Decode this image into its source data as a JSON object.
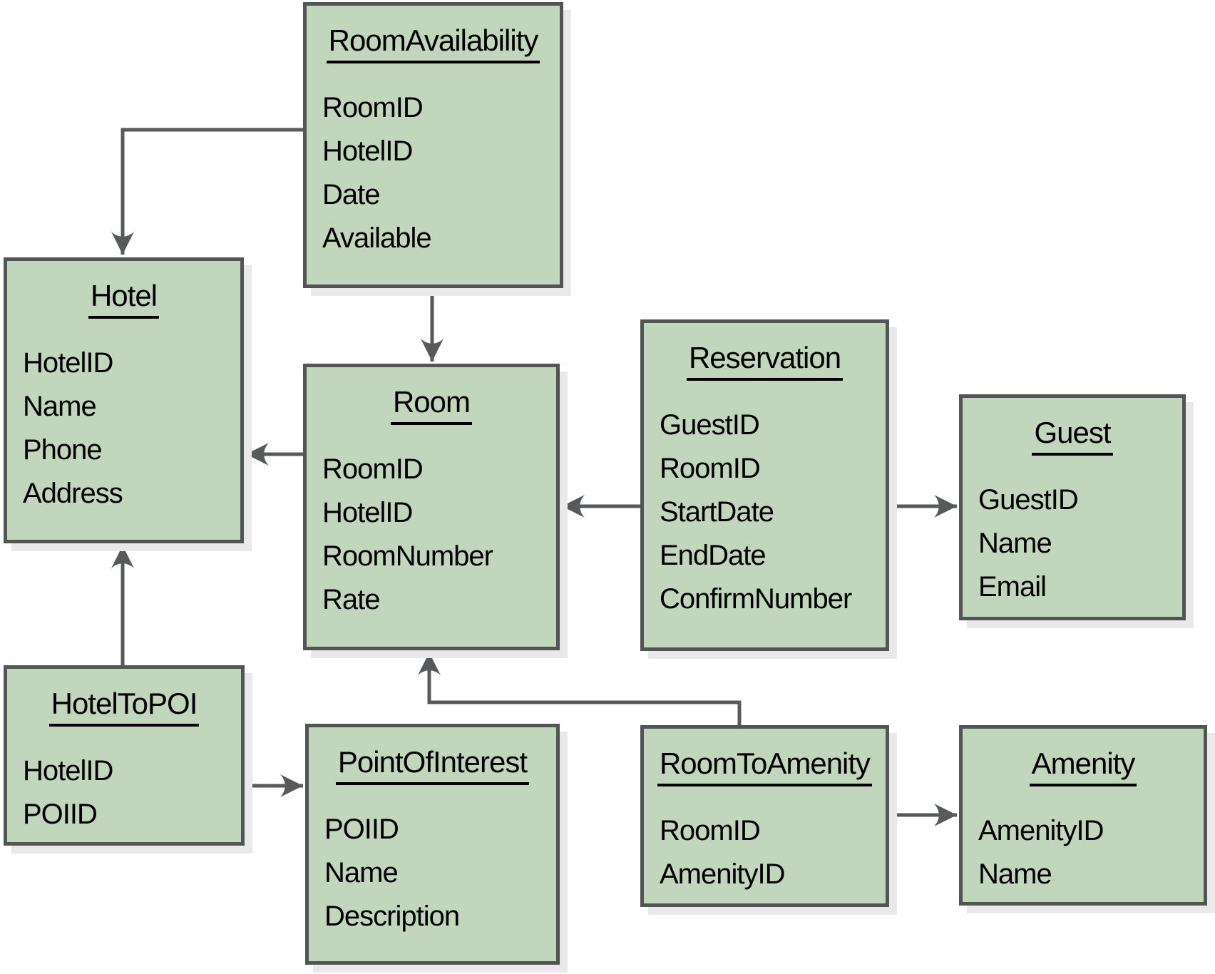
{
  "diagram_type": "entity-relationship",
  "colors": {
    "box_fill": "#c2d5bd",
    "box_border": "#535456",
    "arrow": "#58595b",
    "shadow": "#e9e9e9",
    "text": "#000000",
    "background": "#ffffff"
  },
  "entities": [
    {
      "id": "roomavailability",
      "title": "RoomAvailability",
      "fields": [
        "RoomID",
        "HotelID",
        "Date",
        "Available"
      ]
    },
    {
      "id": "hotel",
      "title": "Hotel",
      "fields": [
        "HotelID",
        "Name",
        "Phone",
        "Address"
      ]
    },
    {
      "id": "room",
      "title": "Room",
      "fields": [
        "RoomID",
        "HotelID",
        "RoomNumber",
        "Rate"
      ]
    },
    {
      "id": "reservation",
      "title": "Reservation",
      "fields": [
        "GuestID",
        "RoomID",
        "StartDate",
        "EndDate",
        "ConfirmNumber"
      ]
    },
    {
      "id": "guest",
      "title": "Guest",
      "fields": [
        "GuestID",
        "Name",
        "Email"
      ]
    },
    {
      "id": "hoteltopoi",
      "title": "HotelToPOI",
      "fields": [
        "HotelID",
        "POIID"
      ]
    },
    {
      "id": "pointofinterest",
      "title": "PointOfInterest",
      "fields": [
        "POIID",
        "Name",
        "Description"
      ]
    },
    {
      "id": "roomtoamenity",
      "title": "RoomToAmenity",
      "fields": [
        "RoomID",
        "AmenityID"
      ]
    },
    {
      "id": "amenity",
      "title": "Amenity",
      "fields": [
        "AmenityID",
        "Name"
      ]
    }
  ],
  "relations": [
    {
      "from": "RoomAvailability",
      "to": "Hotel"
    },
    {
      "from": "RoomAvailability",
      "to": "Room"
    },
    {
      "from": "Room",
      "to": "Hotel"
    },
    {
      "from": "Reservation",
      "to": "Room"
    },
    {
      "from": "Reservation",
      "to": "Guest"
    },
    {
      "from": "HotelToPOI",
      "to": "Hotel"
    },
    {
      "from": "HotelToPOI",
      "to": "PointOfInterest"
    },
    {
      "from": "RoomToAmenity",
      "to": "Room"
    },
    {
      "from": "RoomToAmenity",
      "to": "Amenity"
    }
  ]
}
